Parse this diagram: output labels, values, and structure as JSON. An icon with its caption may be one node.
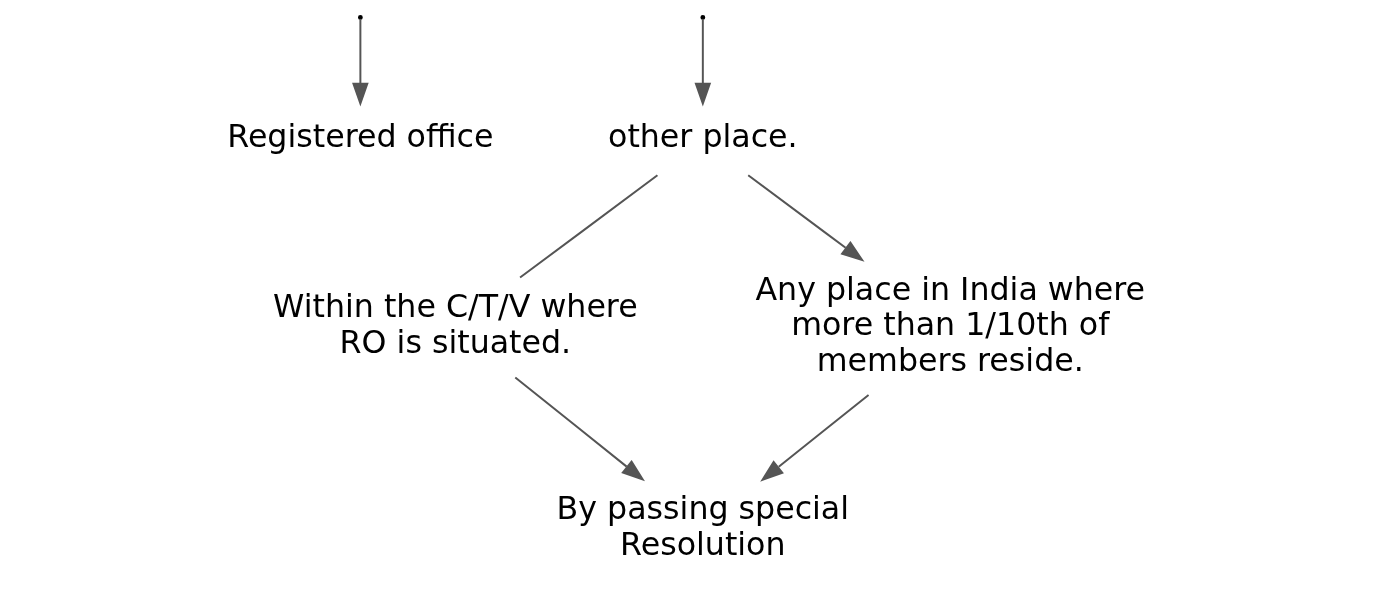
{
  "diagram": {
    "nodes": [
      {
        "text": [
          "Registered office"
        ]
      },
      {
        "text": [
          "other place."
        ]
      },
      {
        "text": [
          "Within the C/T/V where RO is situated."
        ]
      },
      {
        "text": [
          "Any place in India where more than 1/10th of members reside."
        ]
      },
      {
        "text": [
          "By passing special Resolution"
        ]
      }
    ],
    "edges": [
      {
        "from": null,
        "to": 0,
        "arrow": "to"
      },
      {
        "from": null,
        "to": 1,
        "arrow": "to"
      },
      {
        "from": 1,
        "to": 2,
        "arrow": "none"
      },
      {
        "from": 1,
        "to": 3,
        "arrow": "to"
      },
      {
        "from": 2,
        "to": 4,
        "arrow": "to"
      },
      {
        "from": 3,
        "to": 4,
        "arrow": "to"
      }
    ]
  }
}
